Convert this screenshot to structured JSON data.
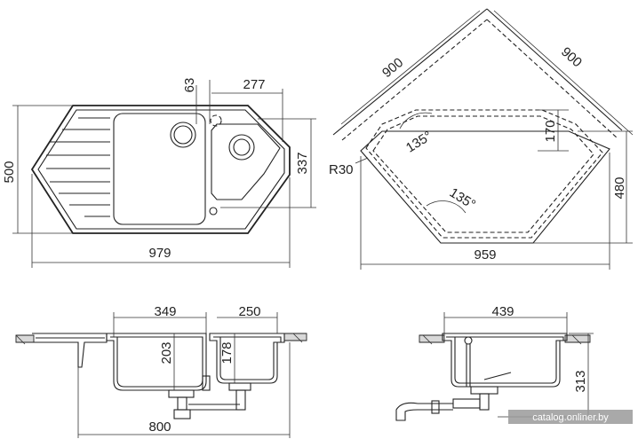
{
  "top_left": {
    "dim_width": "979",
    "dim_height": "500",
    "dim_offset": "63",
    "dim_bowl_width": "277",
    "dim_bowl_height": "337"
  },
  "top_right": {
    "dim_side_a": "900",
    "dim_side_b": "900",
    "dim_angle_top": "135°",
    "dim_angle_bottom": "135°",
    "dim_depth": "170",
    "dim_radius": "R30",
    "dim_height": "480",
    "dim_width": "959"
  },
  "bottom_left": {
    "dim_big_bowl": "349",
    "dim_small_bowl": "250",
    "dim_depth_big": "203",
    "dim_depth_small": "178",
    "dim_total": "800"
  },
  "bottom_right": {
    "dim_width": "439",
    "dim_height": "313"
  },
  "watermark": "catalog.onliner.by"
}
